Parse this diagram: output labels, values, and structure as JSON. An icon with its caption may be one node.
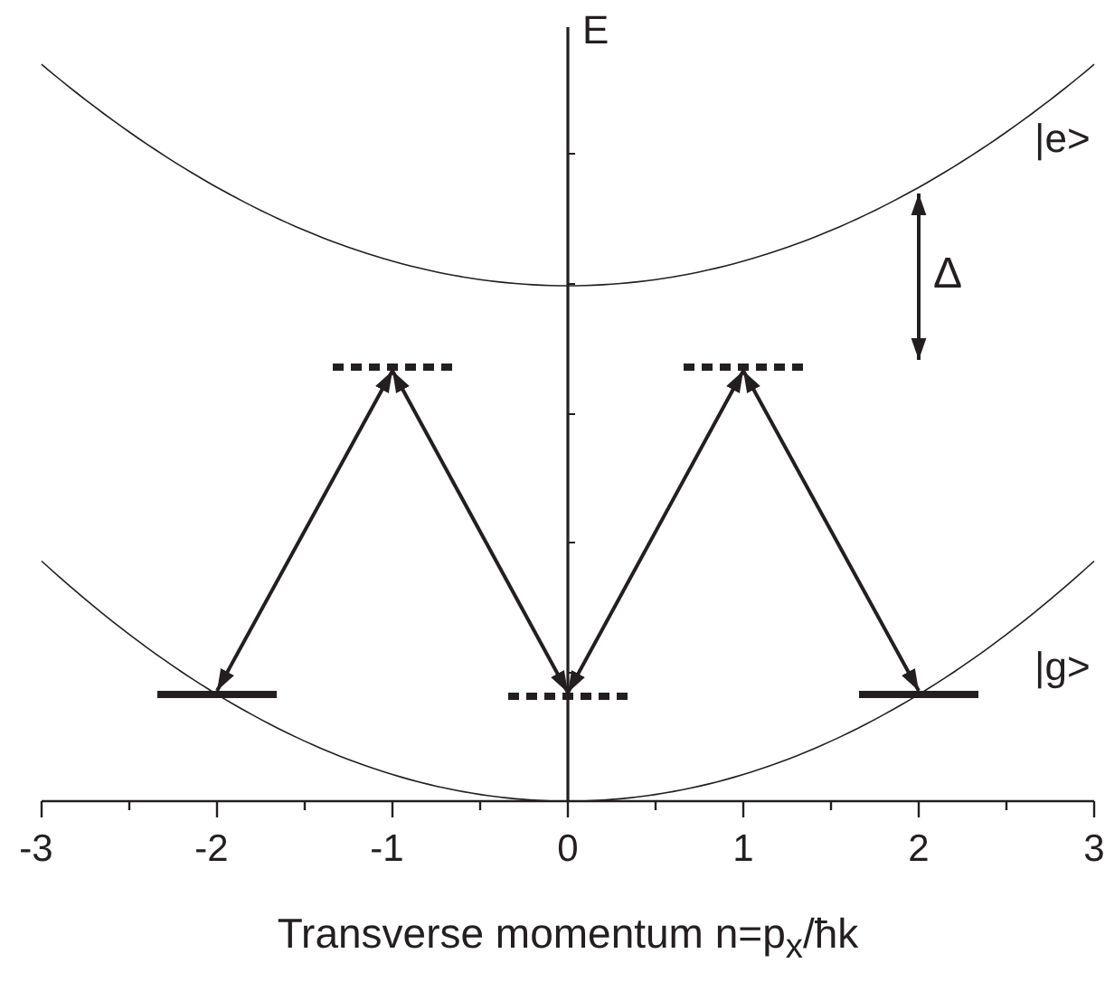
{
  "diagram": {
    "nodes": [
      {
        "text": [],
        "shape": "dashes"
      },
      {
        "text": [],
        "shape": "dashes"
      },
      {
        "text": [],
        "shape": "bar"
      },
      {
        "text": [],
        "shape": "dashes"
      },
      {
        "text": [],
        "shape": "bar"
      }
    ],
    "edges": [
      {
        "from": 2,
        "to": 0,
        "arrow": "both"
      },
      {
        "from": 3,
        "to": 0,
        "arrow": "both"
      },
      {
        "from": 3,
        "to": 1,
        "arrow": "both"
      },
      {
        "from": 4,
        "to": 1,
        "arrow": "both"
      }
    ],
    "labels": [
      "E",
      "|e>",
      "Δ",
      "|g>",
      "-3",
      "-2",
      "-1",
      "0",
      "1",
      "2",
      "3",
      "Transverse momentum n=p$_{x}$/ħk"
    ]
  }
}
